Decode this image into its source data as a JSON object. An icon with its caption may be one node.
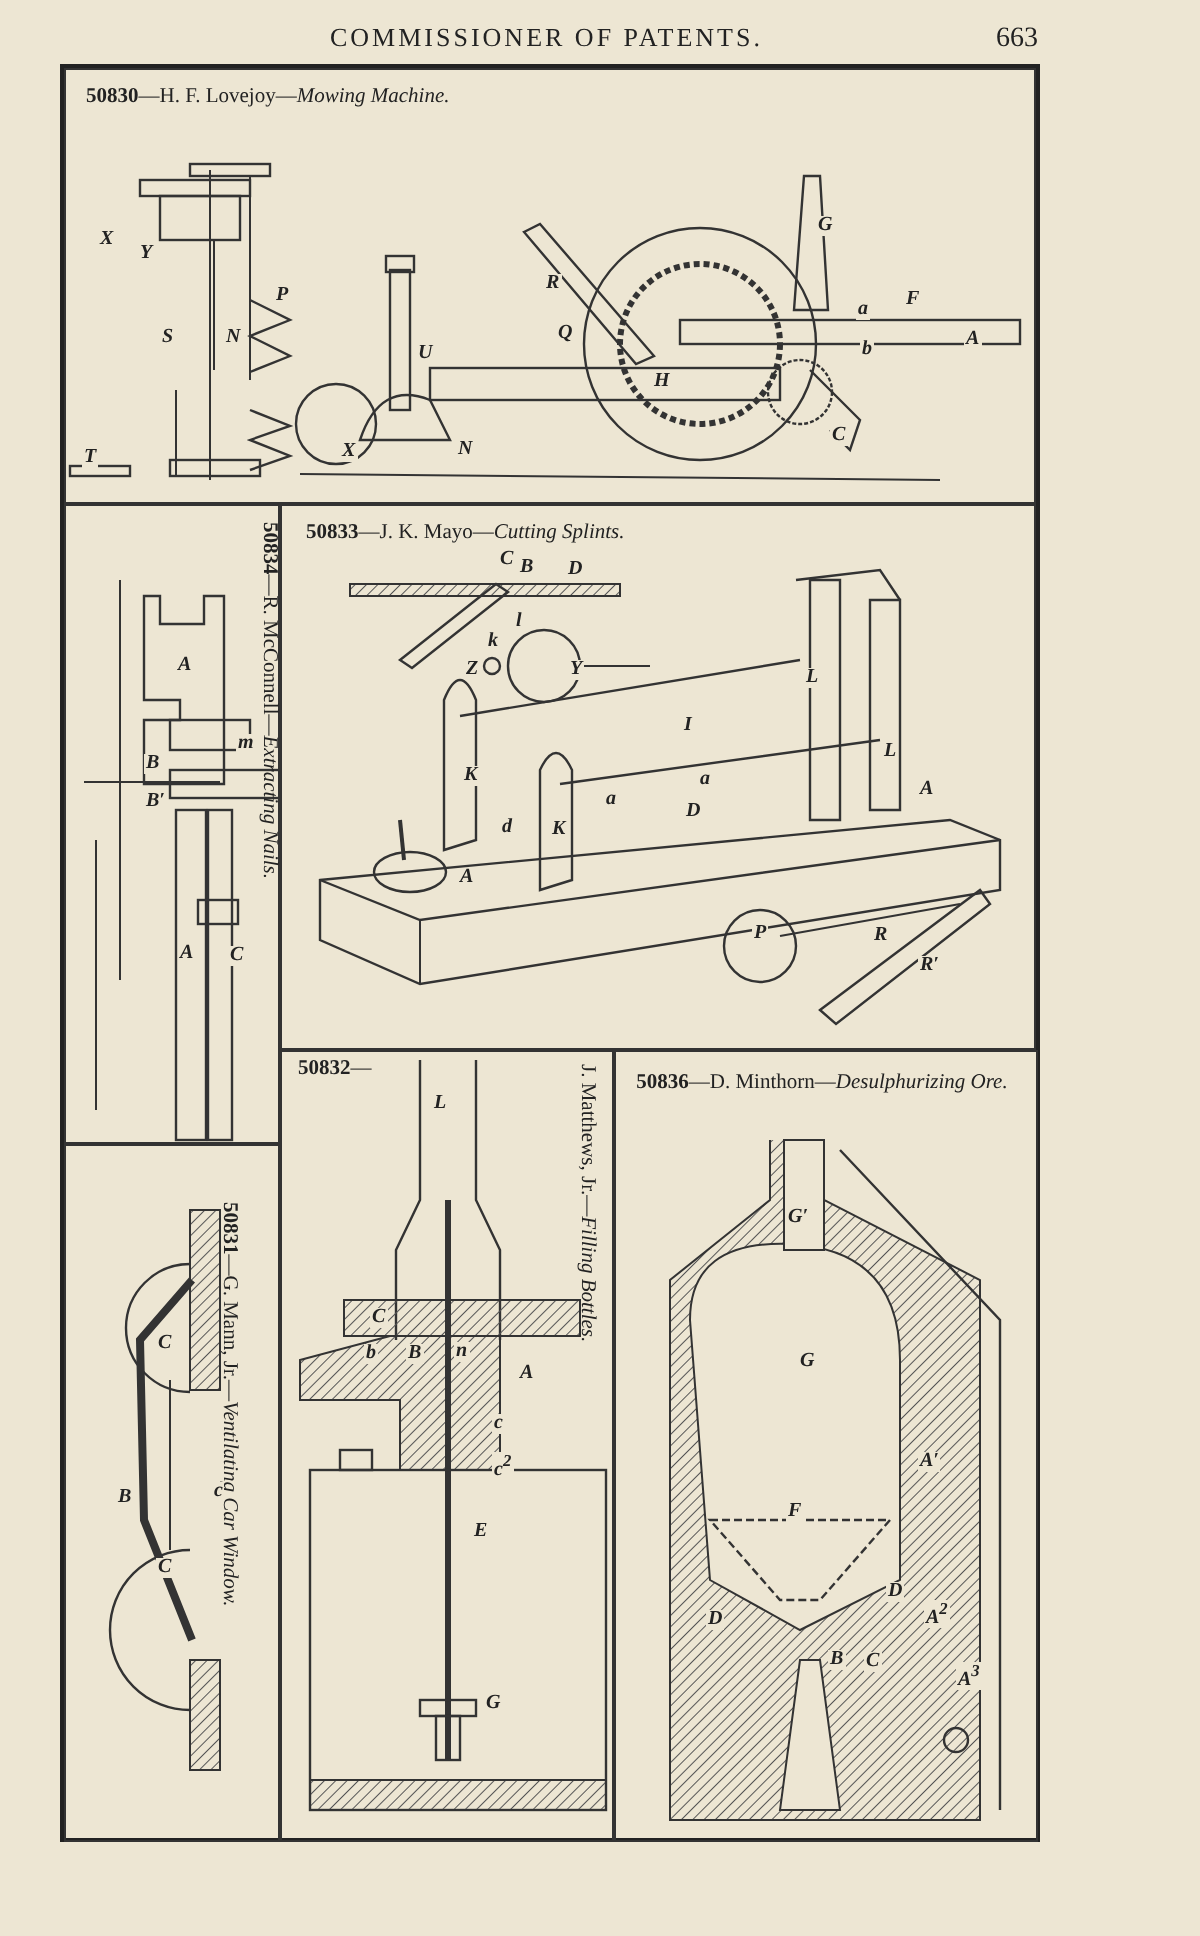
{
  "diagram": {
    "title": "COMMISSIONER OF PATENTS.",
    "nodes": [
      {
        "text": [
          "**50830**—H. F. Lovejoy—*Mowing Machine.*"
        ]
      },
      {
        "text": [
          "**50834**—R. McConnell—*Extracting Nails.*"
        ]
      },
      {
        "text": [
          "**50833**—J. K. Mayo—*Cutting Splints.*"
        ]
      },
      {
        "text": [
          "**50831**—G. Mann, Jr.—*Ventilating Car Window.*"
        ]
      },
      {
        "text": [
          "**50832**—",
          "J. Matthews, Jr.—*Filling Bottles.*"
        ]
      },
      {
        "text": [
          "**50836**—D. Minthorn—*Desulphurizing Ore.*"
        ]
      }
    ],
    "labels": [
      "663",
      "X",
      "Y",
      "P",
      "S",
      "N",
      "T",
      "R",
      "G",
      "Q",
      "a",
      "F",
      "U",
      "H",
      "b",
      "A",
      "X",
      "N",
      "C",
      "A",
      "m",
      "B",
      "B′",
      "A",
      "C",
      "C",
      "B",
      "D",
      "l",
      "k",
      "Z",
      "Y",
      "L",
      "I",
      "L",
      "K",
      "a",
      "A",
      "a",
      "D",
      "d",
      "K",
      "A",
      "P",
      "R",
      "R′",
      "C",
      "B",
      "c",
      "C",
      "L",
      "C",
      "b",
      "B",
      "n",
      "A",
      "c",
      "c$^{2}$",
      "E",
      "G",
      "G′",
      "G",
      "A′",
      "F",
      "D",
      "D",
      "A$^{2}$",
      "B",
      "C",
      "A$^{3}$"
    ]
  }
}
